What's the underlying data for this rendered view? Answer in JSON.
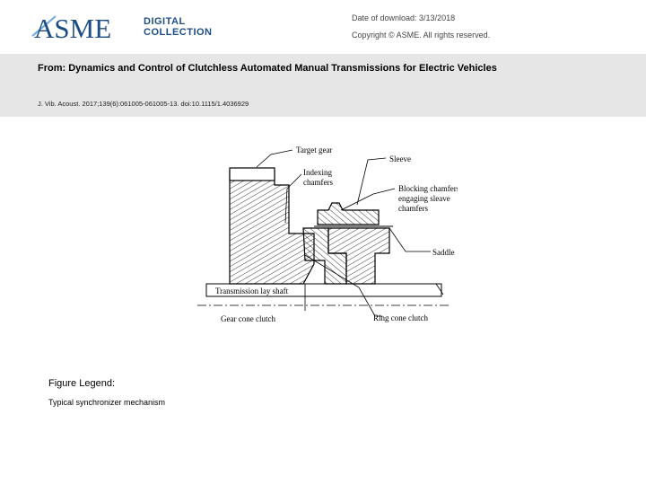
{
  "header": {
    "logo_text": "ASME",
    "logo_sub_1": "DIGITAL",
    "logo_sub_2": "COLLECTION",
    "download_date": "Date of download:  3/13/2018",
    "copyright": "Copyright © ASME. All rights reserved."
  },
  "article": {
    "title": "From: Dynamics and Control of Clutchless Automated Manual Transmissions for Electric Vehicles",
    "citation": "J. Vib. Acoust. 2017;139(6):061005-061005-13. doi:10.1115/1.4036929"
  },
  "figure": {
    "labels": {
      "target_gear": "Target gear",
      "indexing_1": "Indexing",
      "indexing_2": "chamfers",
      "sleeve": "Sleeve",
      "blocking_1": "Blocking chamfers",
      "blocking_2": "engaging sleave",
      "blocking_3": "chamfers",
      "saddle": "Saddle",
      "shaft": "Transmission lay shaft",
      "gear_cone": "Gear cone clutch",
      "ring_cone": "Ring cone clutch"
    }
  },
  "legend": {
    "heading": "Figure Legend:",
    "text": "Typical synchronizer mechanism"
  }
}
